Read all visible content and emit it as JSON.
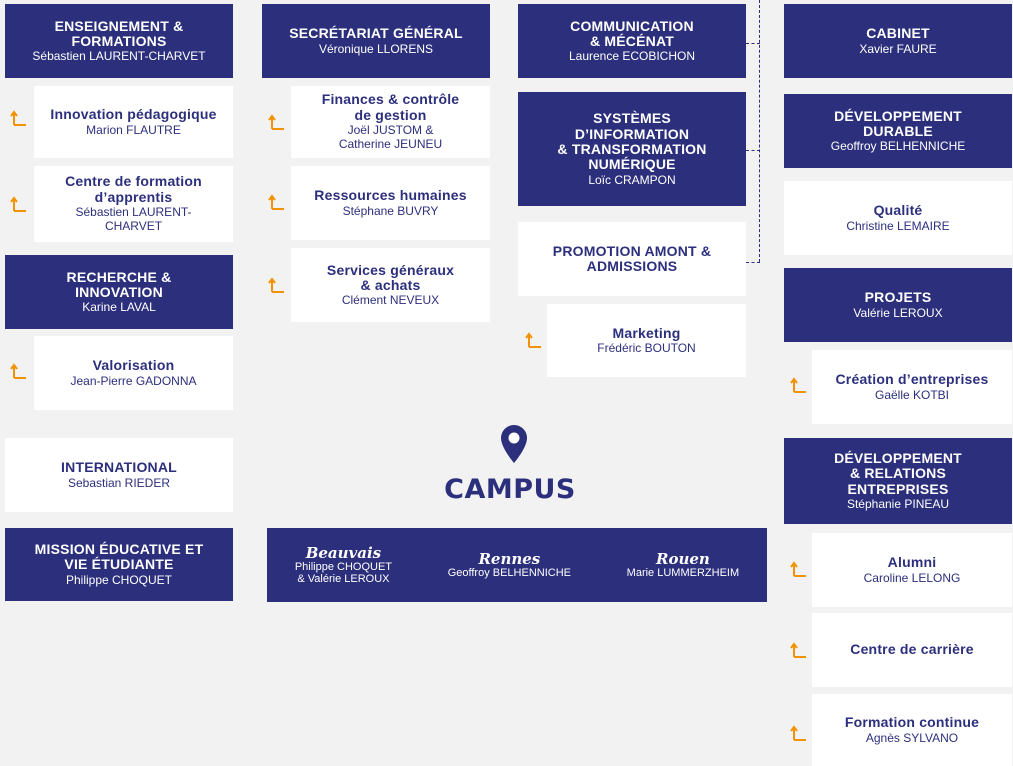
{
  "colors": {
    "navy": "#2c2f7c",
    "orange": "#f39200",
    "background": "#f2f2f3"
  },
  "col1": {
    "enseignement": {
      "title_l1": "ENSEIGNEMENT &",
      "title_l2": "FORMATIONS",
      "name": "Sébastien LAURENT-CHARVET"
    },
    "innovation_pedagogique": {
      "title": "Innovation pédagogique",
      "name": "Marion FLAUTRE"
    },
    "cfa": {
      "title_l1": "Centre de formation",
      "title_l2": "d’apprentis",
      "name_l1": "Sébastien LAURENT-",
      "name_l2": "CHARVET"
    },
    "recherche": {
      "title_l1": "RECHERCHE &",
      "title_l2": "INNOVATION",
      "name": "Karine LAVAL"
    },
    "valorisation": {
      "title": "Valorisation",
      "name": "Jean-Pierre GADONNA"
    },
    "international": {
      "title": "INTERNATIONAL",
      "name": "Sebastian RIEDER"
    },
    "mission": {
      "title_l1": "MISSION ÉDUCATIVE ET",
      "title_l2": "VIE ÉTUDIANTE",
      "name": "Philippe CHOQUET"
    }
  },
  "col2": {
    "secretariat": {
      "title": "SECRÉTARIAT GÉNÉRAL",
      "name": "Véronique LLORENS"
    },
    "finances": {
      "title_l1": "Finances & contrôle",
      "title_l2": "de gestion",
      "name_l1": "Joël JUSTOM &",
      "name_l2": "Catherine JEUNEU"
    },
    "rh": {
      "title": "Ressources humaines",
      "name": "Stéphane BUVRY"
    },
    "services": {
      "title_l1": "Services généraux",
      "title_l2": "& achats",
      "name": "Clément NEVEUX"
    }
  },
  "col3": {
    "communication": {
      "title_l1": "COMMUNICATION",
      "title_l2": "& MÉCÉNAT",
      "name": "Laurence ECOBICHON"
    },
    "si": {
      "title_l1": "SYSTÈMES",
      "title_l2": "D’INFORMATION",
      "title_l3": "& TRANSFORMATION",
      "title_l4": "NUMÉRIQUE",
      "name": "Loïc CRAMPON"
    },
    "promotion": {
      "title_l1": "PROMOTION AMONT &",
      "title_l2": "ADMISSIONS"
    },
    "marketing": {
      "title": "Marketing",
      "name": "Frédéric BOUTON"
    }
  },
  "col4": {
    "cabinet": {
      "title": "CABINET",
      "name": "Xavier FAURE"
    },
    "dev_durable": {
      "title_l1": "DÉVELOPPEMENT",
      "title_l2": "DURABLE",
      "name": "Geoffroy BELHENNICHE"
    },
    "qualite": {
      "title": "Qualité",
      "name": "Christine LEMAIRE"
    },
    "projets": {
      "title": "PROJETS",
      "name": "Valérie LEROUX"
    },
    "creation": {
      "title": "Création d’entreprises",
      "name": "Gaëlle KOTBI"
    },
    "dev_relations": {
      "title_l1": "DÉVELOPPEMENT",
      "title_l2": "& RELATIONS",
      "title_l3": "ENTREPRISES",
      "name": "Stéphanie PINEAU"
    },
    "alumni": {
      "title": "Alumni",
      "name": "Caroline LELONG"
    },
    "carriere": {
      "title": "Centre de carrière"
    },
    "formation_continue": {
      "title": "Formation continue",
      "name": "Agnès SYLVANO"
    }
  },
  "campus": {
    "label": "CAMPUS",
    "sites": [
      {
        "city": "Beauvais",
        "person_l1": "Philippe CHOQUET",
        "person_l2": "& Valérie LEROUX"
      },
      {
        "city": "Rennes",
        "person_l1": "Geoffroy BELHENNICHE",
        "person_l2": ""
      },
      {
        "city": "Rouen",
        "person_l1": "Marie LUMMERZHEIM",
        "person_l2": ""
      }
    ]
  }
}
